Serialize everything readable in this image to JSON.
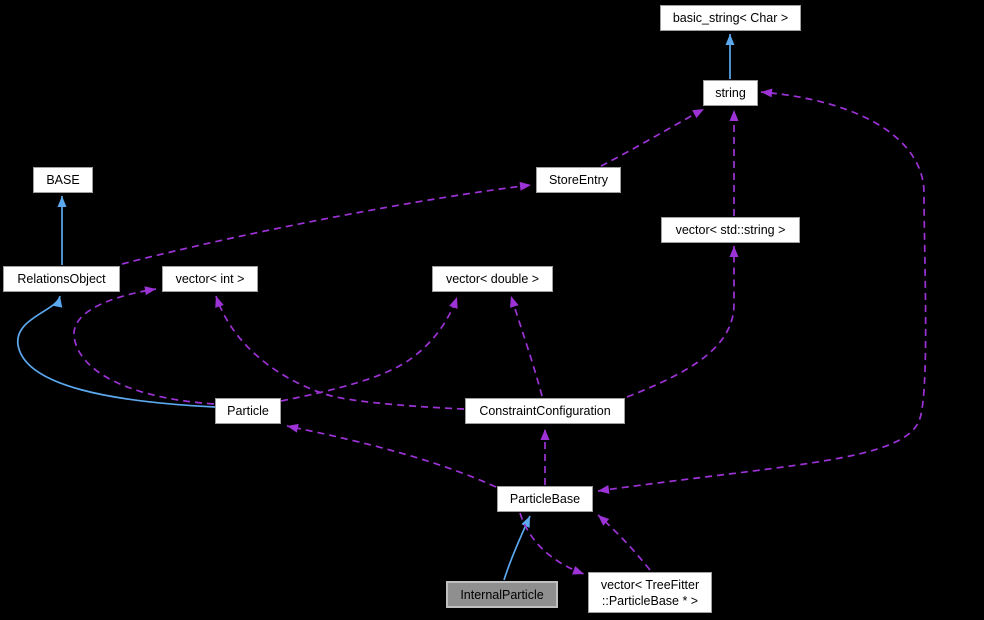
{
  "diagram": {
    "kind": "class-collaboration-graph",
    "focus_class": "InternalParticle"
  },
  "colors": {
    "background": "#000000",
    "node_fill": "#ffffff",
    "node_border": "#9f9f9f",
    "node_text": "#000000",
    "highlight_fill": "#8f8f8f",
    "highlight_border": "#bfbfbf",
    "inheritance_edge": "#5ca9f0",
    "usage_edge": "#9d33d6"
  },
  "nodes": {
    "basic_string": {
      "label": "basic_string< Char >",
      "highlighted": false
    },
    "string": {
      "label": "string",
      "highlighted": false
    },
    "BASE": {
      "label": "BASE",
      "highlighted": false
    },
    "StoreEntry": {
      "label": "StoreEntry",
      "highlighted": false
    },
    "vector_std_string": {
      "label": "vector< std::string >",
      "highlighted": false
    },
    "RelationsObject": {
      "label": "RelationsObject",
      "highlighted": false
    },
    "vector_int": {
      "label": "vector< int >",
      "highlighted": false
    },
    "vector_double": {
      "label": "vector< double >",
      "highlighted": false
    },
    "Particle": {
      "label": "Particle",
      "highlighted": false
    },
    "ConstraintConfiguration": {
      "label": "ConstraintConfiguration",
      "highlighted": false
    },
    "ParticleBase": {
      "label": "ParticleBase",
      "highlighted": false
    },
    "InternalParticle": {
      "label": "InternalParticle",
      "highlighted": true
    },
    "vector_treefitter_particlebase": {
      "label": "vector< TreeFitter\n::ParticleBase * >",
      "highlighted": false
    }
  },
  "edges": [
    {
      "from": "string",
      "to": "basic_string",
      "type": "inheritance"
    },
    {
      "from": "RelationsObject",
      "to": "BASE",
      "type": "inheritance"
    },
    {
      "from": "Particle",
      "to": "RelationsObject",
      "type": "inheritance"
    },
    {
      "from": "InternalParticle",
      "to": "ParticleBase",
      "type": "inheritance"
    },
    {
      "from": "StoreEntry",
      "to": "string",
      "type": "usage"
    },
    {
      "from": "vector_std_string",
      "to": "string",
      "type": "usage"
    },
    {
      "from": "RelationsObject",
      "to": "StoreEntry",
      "type": "usage"
    },
    {
      "from": "ParticleBase",
      "to": "string",
      "type": "usage",
      "bidirectional": true
    },
    {
      "from": "ConstraintConfiguration",
      "to": "vector_std_string",
      "type": "usage"
    },
    {
      "from": "ConstraintConfiguration",
      "to": "vector_double",
      "type": "usage"
    },
    {
      "from": "Particle",
      "to": "vector_double",
      "type": "usage"
    },
    {
      "from": "ConstraintConfiguration",
      "to": "vector_int",
      "type": "usage"
    },
    {
      "from": "Particle",
      "to": "vector_int",
      "type": "usage"
    },
    {
      "from": "ParticleBase",
      "to": "ConstraintConfiguration",
      "type": "usage"
    },
    {
      "from": "ParticleBase",
      "to": "Particle",
      "type": "usage"
    },
    {
      "from": "ParticleBase",
      "to": "vector_treefitter_particlebase",
      "type": "usage"
    },
    {
      "from": "vector_treefitter_particlebase",
      "to": "ParticleBase",
      "type": "usage"
    }
  ]
}
